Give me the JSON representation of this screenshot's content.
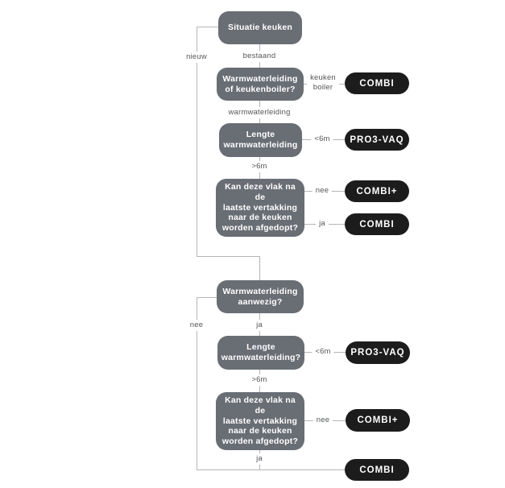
{
  "diagram": {
    "type": "flowchart",
    "language": "nl",
    "nodes": {
      "situatie_keuken": "Situatie keuken",
      "warmwaterleiding_of_keukenboiler": "Warmwaterleiding\nof keukenboiler?",
      "lengte_warmwaterleiding_1": "Lengte\nwarmwaterleiding",
      "kan_afgedopt_1": "Kan deze vlak na de\nlaatste vertakking\nnaar de keuken\nworden afgedopt?",
      "warmwaterleiding_aanwezig": "Warmwaterleiding\naanwezig?",
      "lengte_warmwaterleiding_2": "Lengte\nwarmwaterleiding?",
      "kan_afgedopt_2": "Kan deze vlak na de\nlaatste vertakking\nnaar de keuken\nworden afgedopt?"
    },
    "results": {
      "combi_1": "COMBI",
      "pro3vaq_1": "PRO3-VAQ",
      "combi_plus_1": "COMBI+",
      "combi_2": "COMBI",
      "pro3vaq_2": "PRO3-VAQ",
      "combi_plus_2": "COMBI+",
      "combi_3": "COMBI"
    },
    "edge_labels": {
      "nieuw": "nieuw",
      "bestaand": "bestaand",
      "keuken_boiler": "keuken\nboiler",
      "warmwaterleiding": "warmwaterleiding",
      "lt6m_1": "<6m",
      "gt6m_1": ">6m",
      "nee_1": "nee",
      "ja_1": "ja",
      "nee_2": "nee",
      "ja_2": "ja",
      "lt6m_2": "<6m",
      "gt6m_2": ">6m",
      "nee_3": "nee",
      "ja_3": "ja"
    },
    "colors": {
      "node_bg": "#696d74",
      "node_text": "#ffffff",
      "result_bg": "#1c1c1c",
      "result_text": "#ffffff",
      "line": "#b4b5b7",
      "edge_label_text": "#54565a",
      "background": "#ffffff"
    }
  }
}
